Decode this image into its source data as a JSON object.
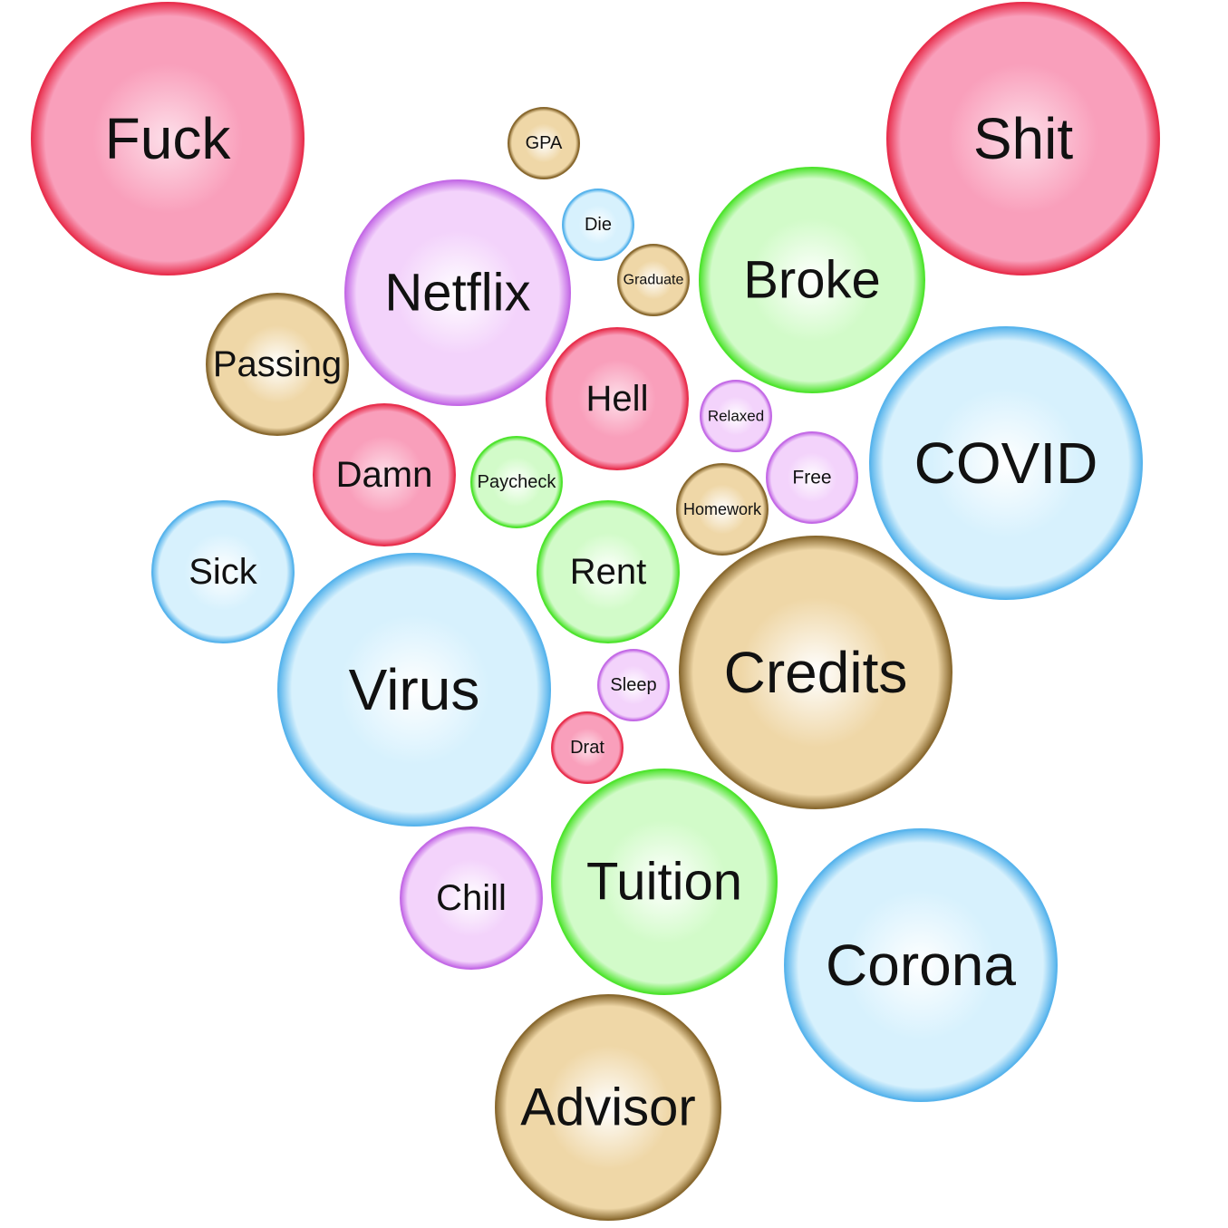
{
  "chart_data": {
    "type": "bubble",
    "title": "",
    "groups": {
      "red": {
        "fill_center": "#fde0ea",
        "fill_mid": "#f99fbb",
        "edge": "#e8304e"
      },
      "blue": {
        "fill_center": "#ffffff",
        "fill_mid": "#d7f1fd",
        "edge": "#58b4ec"
      },
      "green": {
        "fill_center": "#ffffff",
        "fill_mid": "#d2fbc9",
        "edge": "#4fe42f"
      },
      "purple": {
        "fill_center": "#ffffff",
        "fill_mid": "#f3d3fb",
        "edge": "#c46be6"
      },
      "brown": {
        "fill_center": "#ffffff",
        "fill_mid": "#efd7a7",
        "edge": "#8a6a30"
      }
    },
    "bubbles": [
      {
        "label": "Fuck",
        "group": "red",
        "size": 150
      },
      {
        "label": "Shit",
        "group": "red",
        "size": 150
      },
      {
        "label": "GPA",
        "group": "brown",
        "size": 39
      },
      {
        "label": "Die",
        "group": "blue",
        "size": 39
      },
      {
        "label": "Graduate",
        "group": "brown",
        "size": 39
      },
      {
        "label": "Netflix",
        "group": "purple",
        "size": 124
      },
      {
        "label": "Broke",
        "group": "green",
        "size": 124
      },
      {
        "label": "Passing",
        "group": "brown",
        "size": 78
      },
      {
        "label": "Hell",
        "group": "red",
        "size": 78
      },
      {
        "label": "Relaxed",
        "group": "purple",
        "size": 39
      },
      {
        "label": "COVID",
        "group": "blue",
        "size": 150
      },
      {
        "label": "Damn",
        "group": "red",
        "size": 78
      },
      {
        "label": "Paycheck",
        "group": "green",
        "size": 50
      },
      {
        "label": "Free",
        "group": "purple",
        "size": 50
      },
      {
        "label": "Homework",
        "group": "brown",
        "size": 50
      },
      {
        "label": "Sick",
        "group": "blue",
        "size": 78
      },
      {
        "label": "Rent",
        "group": "green",
        "size": 78
      },
      {
        "label": "Credits",
        "group": "brown",
        "size": 150
      },
      {
        "label": "Virus",
        "group": "blue",
        "size": 150
      },
      {
        "label": "Sleep",
        "group": "purple",
        "size": 39
      },
      {
        "label": "Drat",
        "group": "red",
        "size": 39
      },
      {
        "label": "Tuition",
        "group": "green",
        "size": 124
      },
      {
        "label": "Chill",
        "group": "purple",
        "size": 78
      },
      {
        "label": "Corona",
        "group": "blue",
        "size": 150
      },
      {
        "label": "Advisor",
        "group": "brown",
        "size": 124
      }
    ]
  }
}
